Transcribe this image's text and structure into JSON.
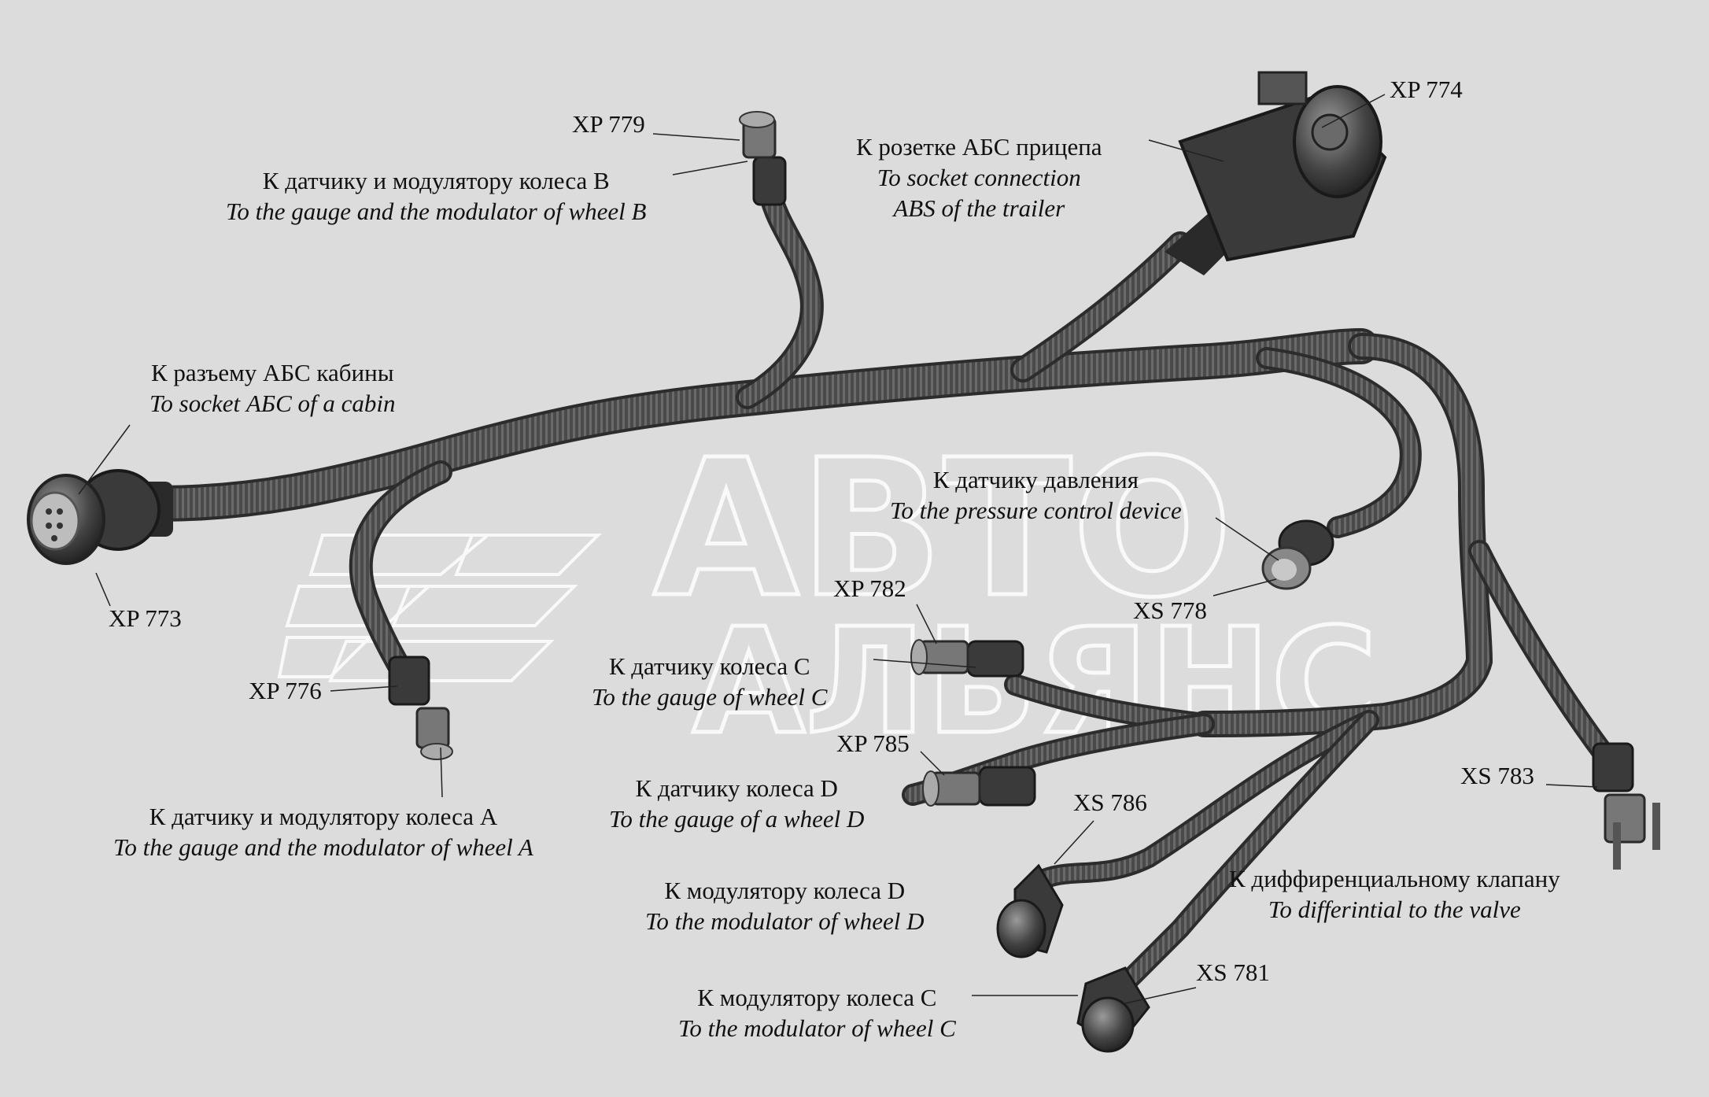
{
  "watermark": {
    "line1": "АВТО",
    "line2": "АЛЬЯНС"
  },
  "labels": {
    "xp779": "XP 779",
    "xp774": "XP 774",
    "xp773": "XP 773",
    "xp776": "XP 776",
    "xp782": "XP 782",
    "xp785": "XP 785",
    "xs778": "XS 778",
    "xs786": "XS 786",
    "xs783": "XS 783",
    "xs781": "XS 781"
  },
  "callouts": {
    "wheel_b": {
      "ru": "К датчику и модулятору колеса В",
      "en": "To the gauge and the modulator of wheel B"
    },
    "trailer": {
      "ru": "К розетке АБС прицепа",
      "en": "To socket connection",
      "en2": "ABS of the trailer"
    },
    "cabin": {
      "ru": "К разъему АБС кабины",
      "en": "To socket АБС of a cabin"
    },
    "pressure": {
      "ru": "К датчику давления",
      "en": "To the pressure control device"
    },
    "gauge_c": {
      "ru": "К датчику колеса С",
      "en": "To the gauge of  wheel C"
    },
    "gauge_d": {
      "ru": "К датчику колеса D",
      "en": "To the gauge of a wheel D"
    },
    "wheel_a": {
      "ru": "К датчику и модулятору колеса А",
      "en": "To the gauge and the modulator of  wheel A"
    },
    "mod_d": {
      "ru": "К модулятору колеса D",
      "en": "To the modulator of wheel D"
    },
    "valve": {
      "ru": "К диффиренциальному клапану",
      "en": "To differintial to the valve"
    },
    "mod_c": {
      "ru": "К модулятору колеса С",
      "en": "To the modulator of  wheel C"
    }
  }
}
